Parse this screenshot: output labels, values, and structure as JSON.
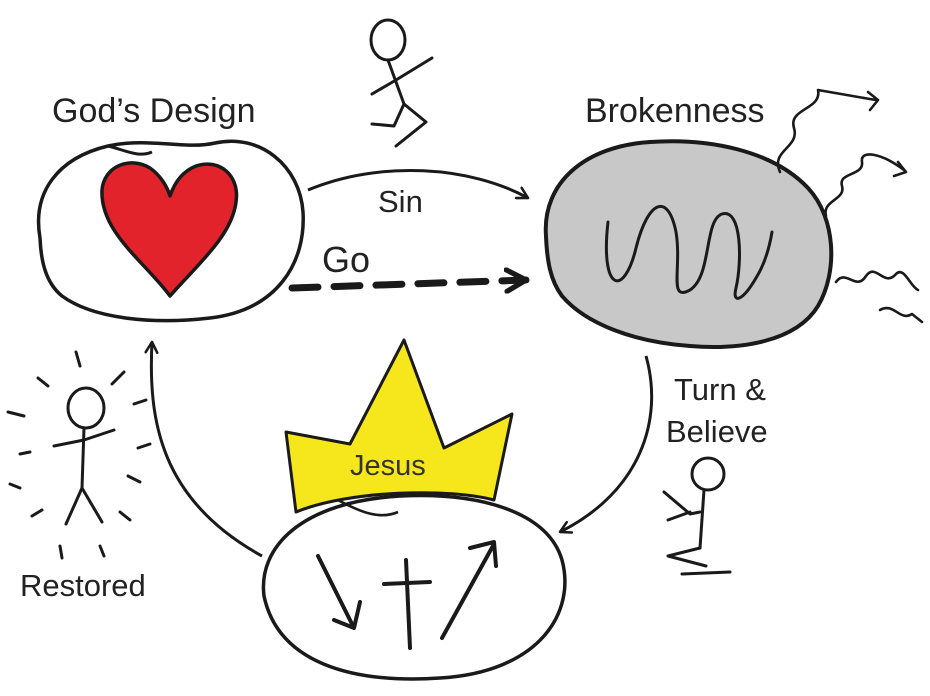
{
  "labels": {
    "gods_design": "God’s Design",
    "brokenness": "Brokenness",
    "sin": "Sin",
    "go": "Go",
    "turn_believe_line1": "Turn &",
    "turn_believe_line2": "Believe",
    "jesus": "Jesus",
    "restored": "Restored"
  },
  "colors": {
    "heart": "#e3232b",
    "crown": "#f6e71c",
    "brokenness_fill": "#c8c8c8",
    "ink": "#1a1a1a",
    "background": "#ffffff"
  },
  "icons": {
    "design_symbol": "heart-icon",
    "brokenness_symbol": "scribble-icon",
    "jesus_symbol": "crown-icon",
    "cross_symbol": "cross-with-arrows-icon",
    "running_figure": "running-stick-figure-icon",
    "kneeling_figure": "kneeling-stick-figure-icon",
    "restored_figure": "radiant-stick-figure-icon"
  }
}
